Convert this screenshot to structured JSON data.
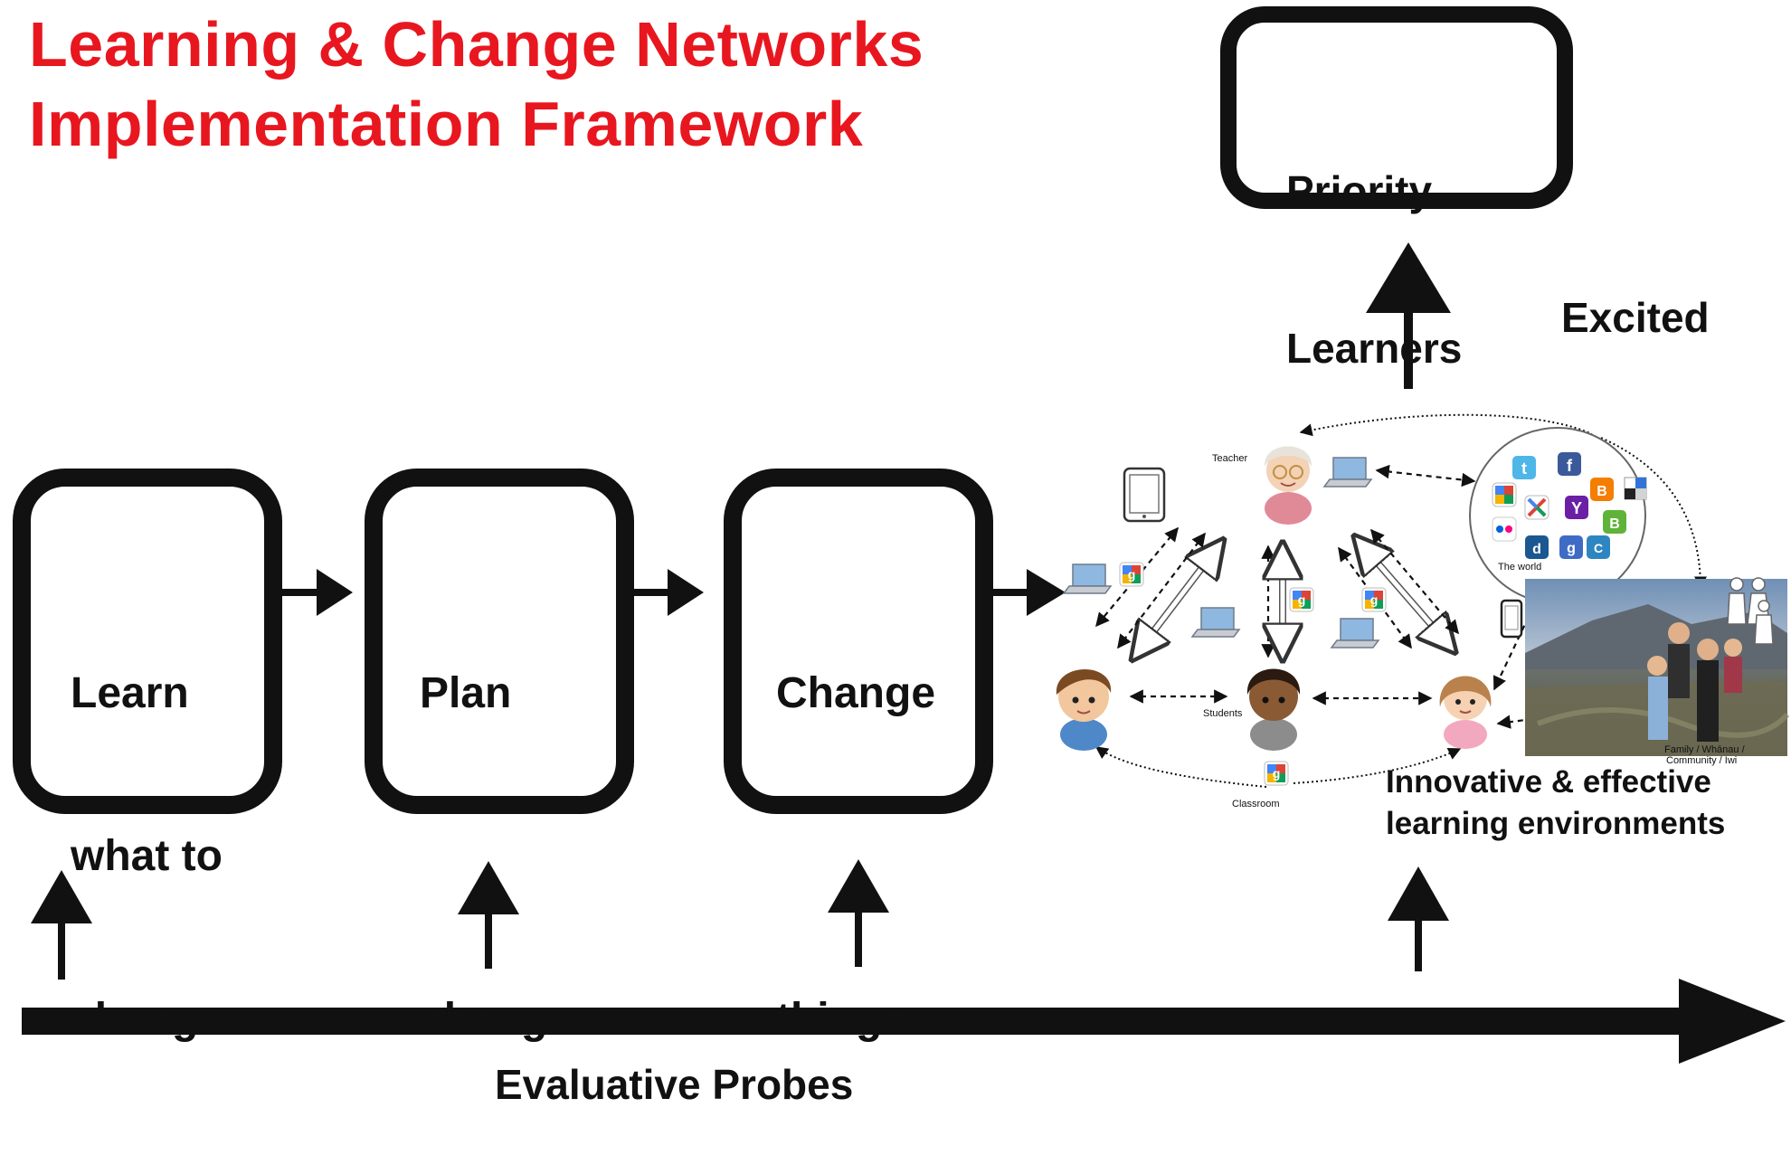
{
  "title": {
    "line1": "Learning & Change Networks",
    "line2": "Implementation Framework",
    "color": "#e8171f"
  },
  "stages": [
    {
      "lines": [
        "Learn",
        "what to",
        "change"
      ]
    },
    {
      "lines": [
        "Plan",
        "",
        "change"
      ]
    },
    {
      "lines": [
        "Change",
        "",
        "things"
      ]
    }
  ],
  "priority_box": {
    "lines": [
      "Priority",
      "Learners"
    ]
  },
  "excited_label": "Excited",
  "environment_caption": {
    "line1": "Innovative & effective",
    "line2": "learning environments"
  },
  "probes_label": "Evaluative Probes",
  "network": {
    "teacher": "Teacher",
    "students": "Students",
    "classroom": "Classroom",
    "world": "The world",
    "family": {
      "line1": "Family / Whānau /",
      "line2": "Community / Iwi"
    }
  },
  "colors": {
    "ink": "#111111",
    "title": "#e8171f",
    "laptop": "#7aa7d6",
    "google_blue": "#4285f4",
    "google_red": "#db4437",
    "google_yellow": "#f4b400",
    "google_green": "#0f9d58"
  },
  "icons": {
    "social": [
      "twitter-icon",
      "facebook-icon",
      "google-icon",
      "gmail-icon",
      "yahoo-icon",
      "blogger-icon",
      "delicious-icon",
      "flickr-icon",
      "digg-icon",
      "google-plus-icon",
      "tiny-icon",
      "bebo-icon"
    ]
  }
}
